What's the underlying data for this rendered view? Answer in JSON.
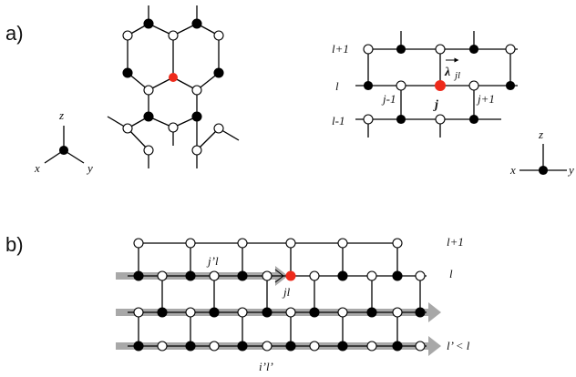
{
  "panels": {
    "a": "a)",
    "b": "b)"
  },
  "labels": {
    "z": "z",
    "x": "x",
    "y": "y",
    "row_l_plus_1": "l+1",
    "row_l": "l",
    "row_l_minus_1": "l-1",
    "j_minus_1": "j-1",
    "j": "j",
    "j_plus_1": "j+1",
    "lambda": "λ",
    "lambda_sub": "jl",
    "b_l_plus_1": "l+1",
    "b_l": "l",
    "b_l_prime": "l’ < l",
    "b_jprime_l": "j’l",
    "b_jl": "jl",
    "b_iprime_lprime": "i’l’"
  },
  "colors": {
    "highlight": "#ee2a1b",
    "band": "#a8a8a8",
    "line": "#000000"
  }
}
